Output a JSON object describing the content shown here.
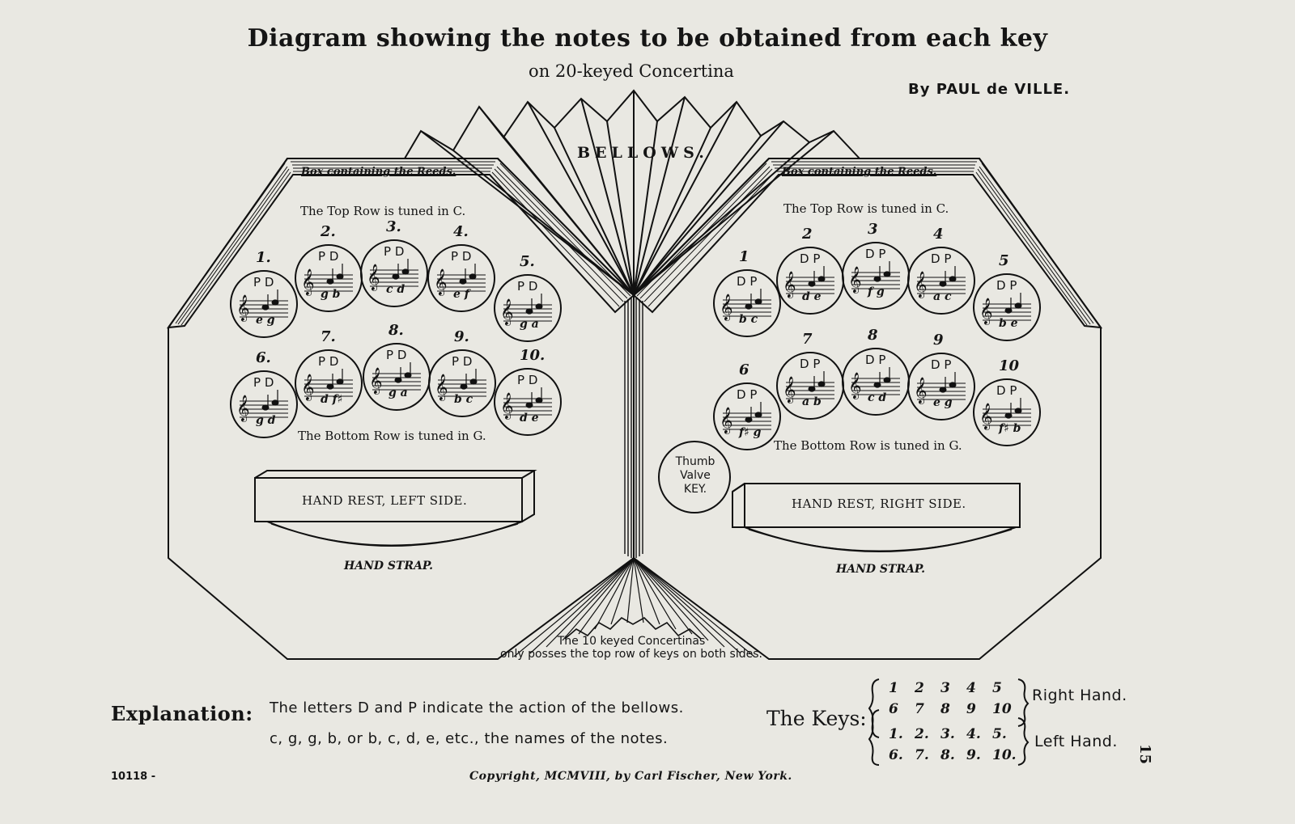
{
  "title": "Diagram showing the notes to be obtained from each key",
  "subtitle": "on 20-keyed Concertina",
  "author": "By PAUL de VILLE.",
  "bellows_label": "BELLOWS.",
  "left_side": {
    "reeds_label": "Box containing the Reeds.",
    "top_row_label": "The Top Row is tuned in C.",
    "bottom_row_label": "The Bottom Row is tuned in G.",
    "hand_rest": "HAND REST, LEFT SIDE.",
    "hand_strap": "HAND STRAP.",
    "keys": [
      {
        "num": "1.",
        "action": "P D",
        "notes": "e g"
      },
      {
        "num": "2.",
        "action": "P D",
        "notes": "g b"
      },
      {
        "num": "3.",
        "action": "P D",
        "notes": "c d"
      },
      {
        "num": "4.",
        "action": "P D",
        "notes": "e f"
      },
      {
        "num": "5.",
        "action": "P D",
        "notes": "g a"
      },
      {
        "num": "6.",
        "action": "P D",
        "notes": "g d"
      },
      {
        "num": "7.",
        "action": "P D",
        "notes": "d f♯"
      },
      {
        "num": "8.",
        "action": "P D",
        "notes": "g a"
      },
      {
        "num": "9.",
        "action": "P D",
        "notes": "b c"
      },
      {
        "num": "10.",
        "action": "P D",
        "notes": "d e"
      }
    ]
  },
  "right_side": {
    "reeds_label": "Box containing the Reeds.",
    "top_row_label": "The Top Row is tuned in C.",
    "bottom_row_label": "The Bottom Row is tuned in G.",
    "hand_rest": "HAND REST, RIGHT SIDE.",
    "hand_strap": "HAND STRAP.",
    "thumb_valve": [
      "Thumb",
      "Valve",
      "KEY."
    ],
    "keys": [
      {
        "num": "1",
        "action": "D P",
        "notes": "b c"
      },
      {
        "num": "2",
        "action": "D P",
        "notes": "d e"
      },
      {
        "num": "3",
        "action": "D P",
        "notes": "f g"
      },
      {
        "num": "4",
        "action": "D P",
        "notes": "a c"
      },
      {
        "num": "5",
        "action": "D P",
        "notes": "b e"
      },
      {
        "num": "6",
        "action": "D P",
        "notes": "f♯ g"
      },
      {
        "num": "7",
        "action": "D P",
        "notes": "a b"
      },
      {
        "num": "8",
        "action": "D P",
        "notes": "c d"
      },
      {
        "num": "9",
        "action": "D P",
        "notes": "e g"
      },
      {
        "num": "10",
        "action": "D P",
        "notes": "f♯ b"
      }
    ]
  },
  "ten_keyed_note": [
    "The 10 keyed Concertinas",
    "only posses the top row of keys on both sides."
  ],
  "explanation": {
    "heading": "Explanation:",
    "line1": "The letters D and P indicate the action of the bellows.",
    "line2": "c, g, g, b,  or  b, c, d, e,  etc.,  the names of the notes."
  },
  "keys_legend": {
    "heading": "The Keys:",
    "right_hand_label": "Right Hand.",
    "left_hand_label": "Left Hand.",
    "right_row1": [
      "1",
      "2",
      "3",
      "4",
      "5"
    ],
    "right_row2": [
      "6",
      "7",
      "8",
      "9",
      "10"
    ],
    "left_row1": [
      "1.",
      "2.",
      "3.",
      "4.",
      "5."
    ],
    "left_row2": [
      "6.",
      "7.",
      "8.",
      "9.",
      "10."
    ]
  },
  "plate_number": "10118 -",
  "copyright": "Copyright, MCMVIII, by Carl Fischer, New York.",
  "page_number": "15"
}
